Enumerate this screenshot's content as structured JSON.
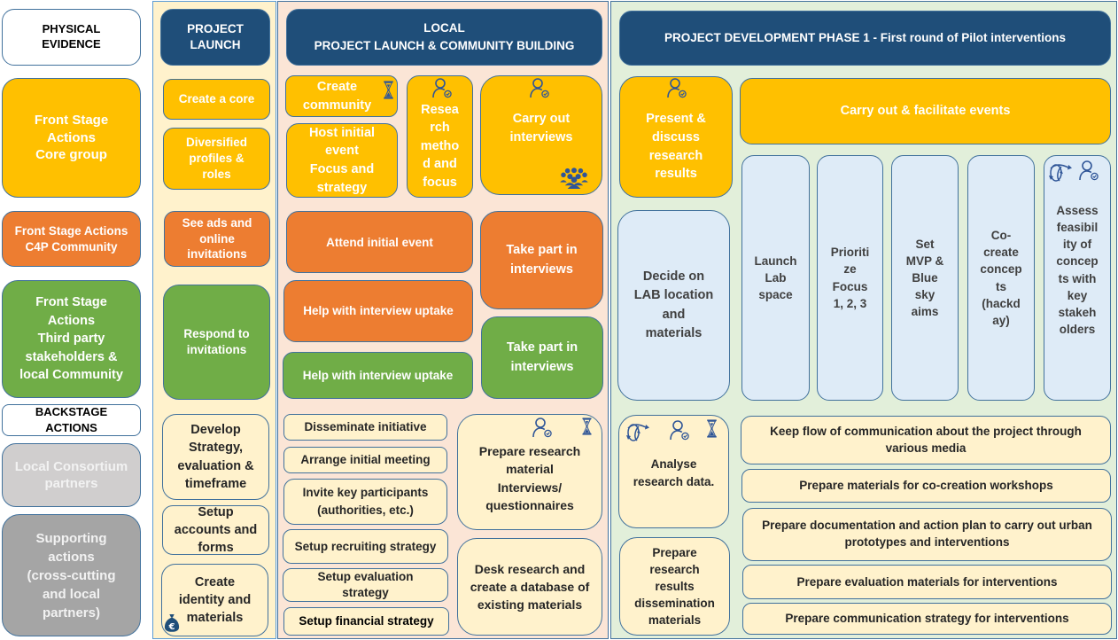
{
  "colors": {
    "core_group": "#ffc000",
    "c4p_community": "#ed7d31",
    "third_party": "#70ad47",
    "header": "#1f4e79",
    "backstage": "#fff2cc",
    "phase1_activity": "#deebf7",
    "local_consortium": "#d0cece",
    "supporting": "#a5a5a5",
    "icon": "#2f5597"
  },
  "legend": {
    "physical_evidence": "PHYSICAL\nEVIDENCE",
    "front_core": "Front Stage\nActions\nCore group",
    "front_c4p": "Front Stage Actions\nC4P Community",
    "front_third": "Front Stage\nActions\nThird party\nstakeholders &\nlocal  Community",
    "backstage": "BACKSTAGE\nACTIONS",
    "local_consortium": "Local  Consortium\npartners",
    "supporting": "Supporting\nactions\n(cross-cutting\nand local\npartners)"
  },
  "project_launch": {
    "header": "PROJECT\nLAUNCH",
    "create_core": "Create a core",
    "diversified": "Diversified\nprofiles &\nroles",
    "see_ads": "See ads and\nonline\ninvitations",
    "respond": "Respond to\ninvitations",
    "develop_strategy": "Develop\nStrategy,\nevaluation &\ntimeframe",
    "setup_accounts": "Setup\naccounts and\nforms",
    "create_identity": "Create\nidentity and\nmaterials"
  },
  "local_launch": {
    "header": "LOCAL\nPROJECT LAUNCH & COMMUNITY BUILDING",
    "create_community": "Create\ncommunity",
    "host_event": "Host initial\nevent\nFocus and\nstrategy",
    "research_method": "Resea\nrch\nmetho\nd and\nfocus",
    "carry_interviews": "Carry out\ninterviews",
    "attend_event": "Attend initial event",
    "take_part_c4p": "Take part in\ninterviews",
    "help_uptake_c4p": "Help with interview uptake",
    "help_uptake_third": "Help with interview uptake",
    "take_part_third": "Take part in\ninterviews",
    "disseminate": "Disseminate initiative",
    "arrange_meeting": "Arrange initial meeting",
    "invite_participants": "Invite key participants\n(authorities, etc.)",
    "recruiting": "Setup recruiting strategy",
    "evaluation": "Setup evaluation\nstrategy",
    "financial": "Setup financial strategy",
    "prepare_research": "Prepare research\nmaterial\nInterviews/\nquestionnaires",
    "desk_research": "Desk research and\ncreate a database of\nexisting materials"
  },
  "phase1": {
    "header": "PROJECT DEVELOPMENT PHASE 1 - First round of Pilot interventions",
    "present_results": "Present &\ndiscuss\nresearch\nresults",
    "carry_events": "Carry out & facilitate  events",
    "decide_lab": "Decide on\nLAB location\nand\nmaterials",
    "launch_lab": "Launch\nLab\nspace",
    "prioritize": "Prioriti\nze\nFocus\n1, 2, 3",
    "set_mvp": "Set\nMVP &\nBlue\nsky\naims",
    "cocreate": "Co-\ncreate\nconcep\nts\n(hackd\nay)",
    "assess": "Assess\nfeasibil\nity of\nconcep\nts with\nkey\nstakeh\nolders",
    "analyse": "Analyse\nresearch data.",
    "prepare_dissemination": "Prepare\nresearch\nresults\ndissemination\nmaterials",
    "keep_flow": "Keep flow of communication about the project through\nvarious media",
    "prepare_cocreation": "Prepare materials for co-creation workshops",
    "prepare_documentation": "Prepare documentation and action plan to carry out urban\nprototypes and interventions",
    "prepare_evaluation": "Prepare evaluation materials for interventions",
    "prepare_communication": "Prepare communication strategy for interventions"
  }
}
